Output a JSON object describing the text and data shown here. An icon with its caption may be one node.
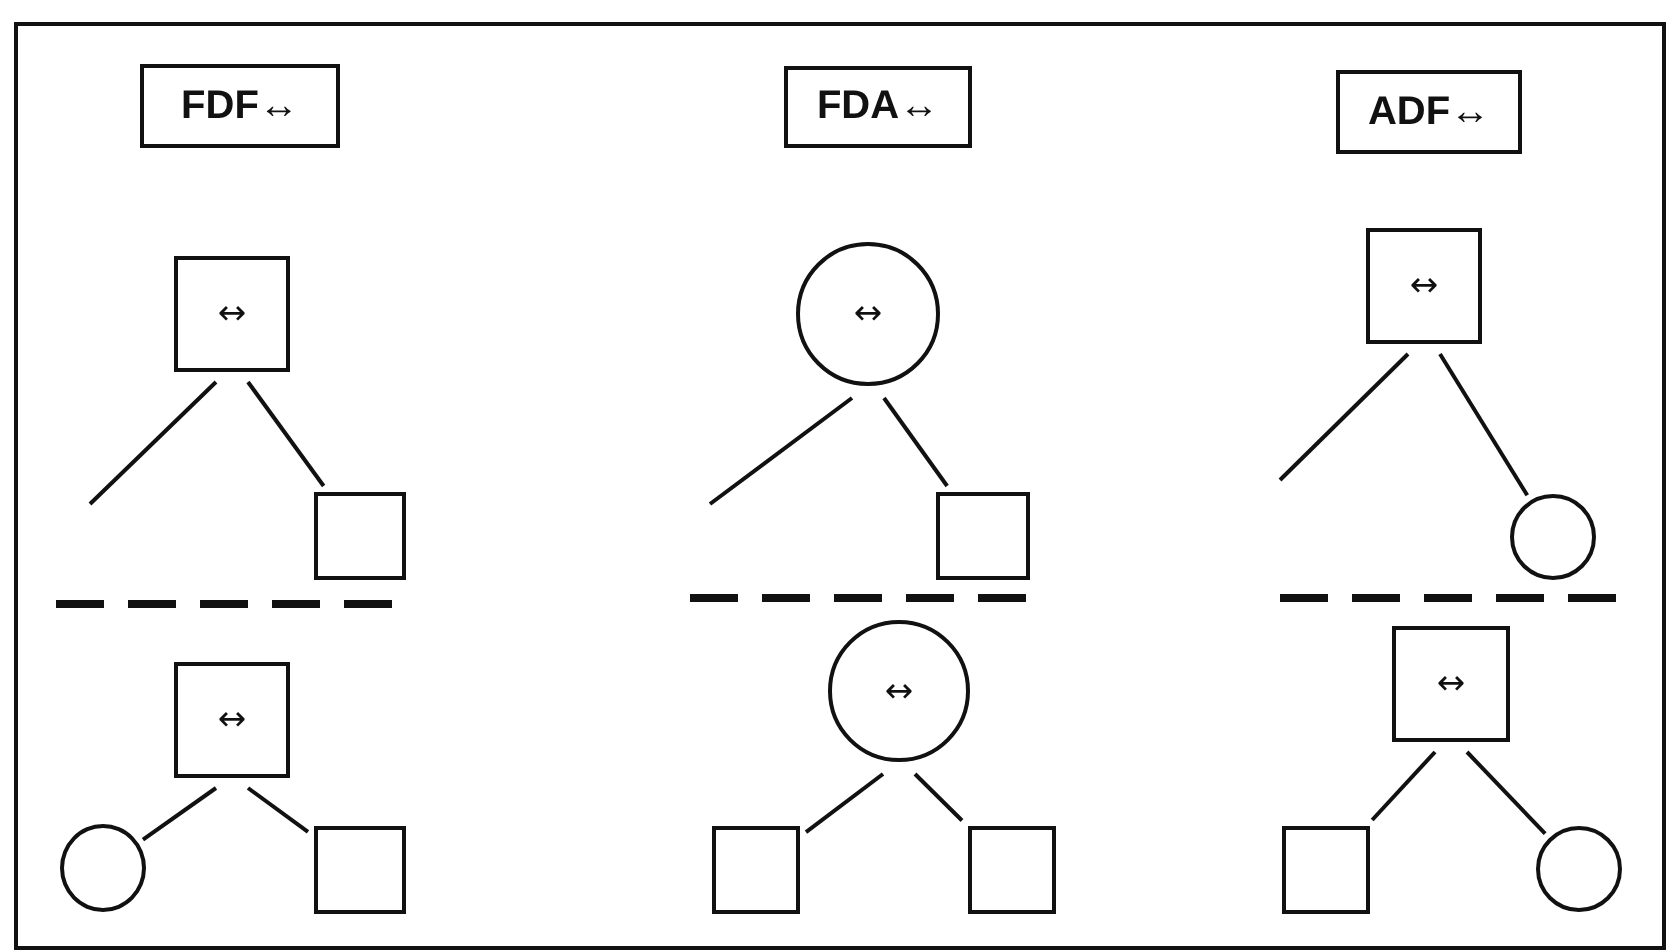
{
  "diagram": {
    "nodes": [
      {
        "text": [
          "FDF↔"
        ]
      },
      {
        "text": [
          "FDA↔"
        ]
      },
      {
        "text": [
          "ADF↔"
        ]
      },
      {
        "text": [
          "↔"
        ]
      },
      {
        "text": [],
        "shape": "box"
      },
      {
        "text": [
          "↔"
        ]
      },
      {
        "text": [],
        "shape": "box"
      },
      {
        "text": [
          "↔"
        ]
      },
      {
        "text": [],
        "shape": "circle"
      },
      {
        "text": [
          "↔"
        ]
      },
      {
        "text": [
          "↔"
        ]
      },
      {
        "text": [
          "↔"
        ]
      },
      {
        "text": [],
        "shape": "circle"
      },
      {
        "text": [],
        "shape": "box"
      },
      {
        "text": [],
        "shape": "box"
      },
      {
        "text": [],
        "shape": "box"
      },
      {
        "text": [],
        "shape": "box"
      },
      {
        "text": [],
        "shape": "circle"
      }
    ],
    "edges": [
      {
        "from": 3,
        "to": null,
        "arrow": "none"
      },
      {
        "from": 3,
        "to": 4,
        "arrow": "none"
      },
      {
        "from": 5,
        "to": null,
        "arrow": "none"
      },
      {
        "from": 5,
        "to": 6,
        "arrow": "none"
      },
      {
        "from": 7,
        "to": null,
        "arrow": "none"
      },
      {
        "from": 7,
        "to": 8,
        "arrow": "none"
      },
      {
        "from": 9,
        "to": 12,
        "arrow": "none"
      },
      {
        "from": 9,
        "to": 13,
        "arrow": "none"
      },
      {
        "from": 10,
        "to": 14,
        "arrow": "none"
      },
      {
        "from": 10,
        "to": 15,
        "arrow": "none"
      },
      {
        "from": 11,
        "to": 16,
        "arrow": "none"
      },
      {
        "from": 11,
        "to": 17,
        "arrow": "none"
      }
    ]
  }
}
